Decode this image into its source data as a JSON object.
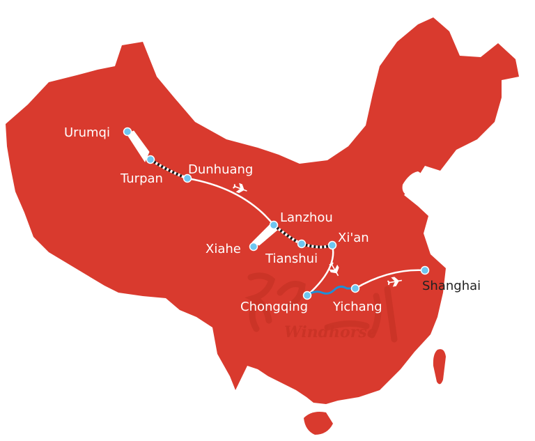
{
  "map": {
    "land_color": "#d93a2e",
    "route_color": "#ffffff",
    "river_color": "#1f8fd6",
    "rail_color": "#1a1a1a",
    "city_dot_color": "#6ec6f0",
    "watermark": {
      "brand": "Windhorse",
      "glyph": "logo-calligraphy"
    },
    "cities": [
      {
        "id": "urumqi",
        "name": "Urumqi"
      },
      {
        "id": "turpan",
        "name": "Turpan"
      },
      {
        "id": "dunhuang",
        "name": "Dunhuang"
      },
      {
        "id": "lanzhou",
        "name": "Lanzhou"
      },
      {
        "id": "xiahe",
        "name": "Xiahe"
      },
      {
        "id": "tianshui",
        "name": "Tianshui"
      },
      {
        "id": "xian",
        "name": "Xi'an"
      },
      {
        "id": "chongqing",
        "name": "Chongqing"
      },
      {
        "id": "yichang",
        "name": "Yichang"
      },
      {
        "id": "shanghai",
        "name": "Shanghai"
      }
    ],
    "legs": [
      {
        "from": "urumqi",
        "to": "turpan",
        "mode": "road"
      },
      {
        "from": "turpan",
        "to": "dunhuang",
        "mode": "train"
      },
      {
        "from": "dunhuang",
        "to": "lanzhou",
        "mode": "flight",
        "icon": "airplane-icon"
      },
      {
        "from": "lanzhou",
        "to": "xiahe",
        "mode": "road"
      },
      {
        "from": "lanzhou",
        "to": "xian",
        "mode": "train"
      },
      {
        "from": "xian",
        "to": "chongqing",
        "mode": "flight",
        "icon": "airplane-icon"
      },
      {
        "from": "chongqing",
        "to": "yichang",
        "mode": "cruise"
      },
      {
        "from": "yichang",
        "to": "shanghai",
        "mode": "flight",
        "icon": "airplane-icon"
      }
    ]
  }
}
